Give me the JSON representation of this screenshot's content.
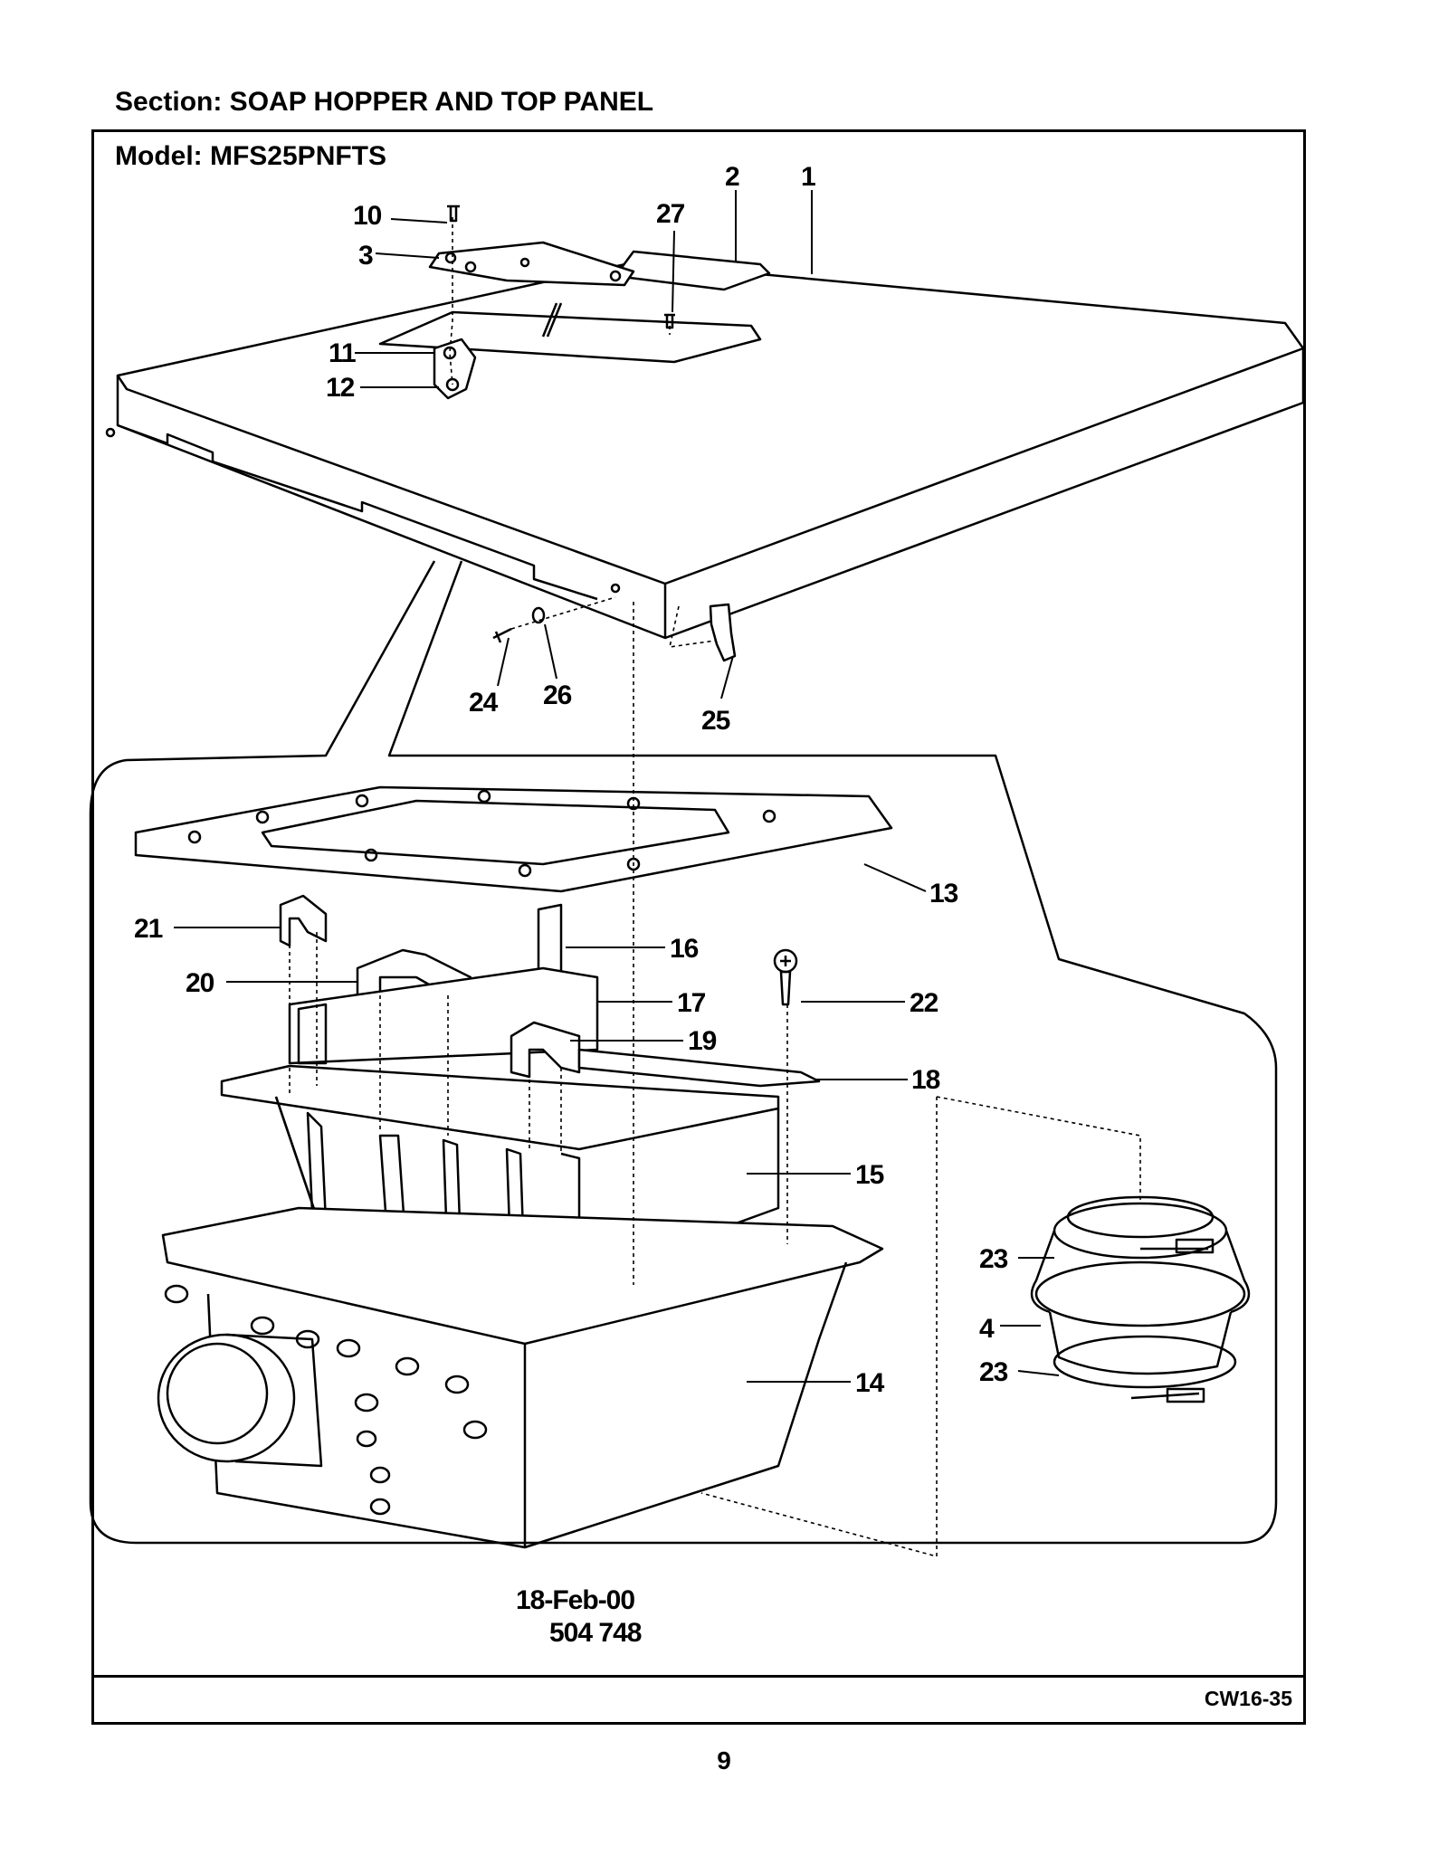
{
  "section_title": "Section:  SOAP HOPPER AND TOP PANEL",
  "model_label": "Model:  MFS25PNFTS",
  "part_callouts": [
    "1",
    "2",
    "3",
    "4",
    "10",
    "11",
    "12",
    "13",
    "14",
    "15",
    "16",
    "17",
    "18",
    "19",
    "20",
    "21",
    "22",
    "23",
    "23",
    "24",
    "25",
    "26",
    "27"
  ],
  "date": "18-Feb-00",
  "document_number": "504 748",
  "reference_code": "CW16-35",
  "page_number": "9"
}
